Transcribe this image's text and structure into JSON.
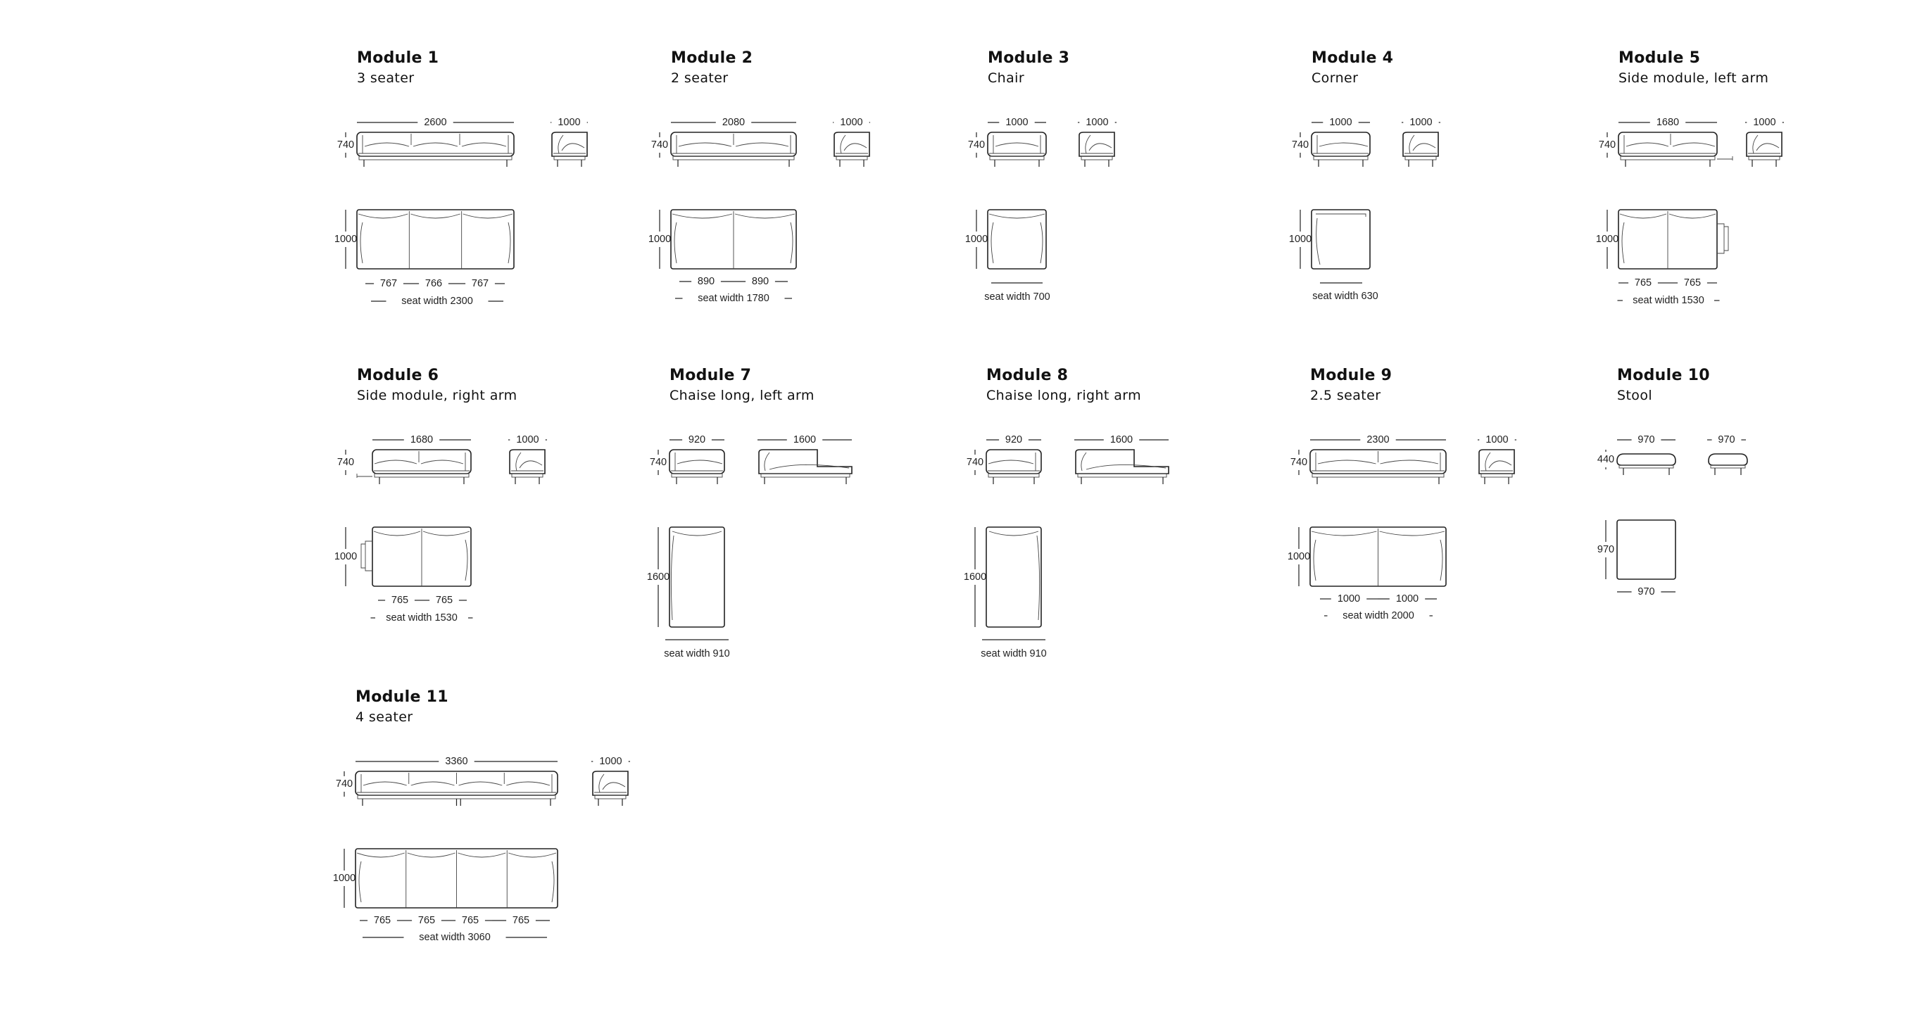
{
  "modules": [
    {
      "title": "Module 1",
      "subtitle": "3 seater",
      "front_widths": [
        "2600"
      ],
      "side_depth": "1000",
      "height": "740",
      "plan_depth": "1000",
      "seat_parts": [
        "767",
        "766",
        "767"
      ],
      "seat_width": "seat width 2300"
    },
    {
      "title": "Module 2",
      "subtitle": "2 seater",
      "front_widths": [
        "2080"
      ],
      "side_depth": "1000",
      "height": "740",
      "plan_depth": "1000",
      "seat_parts": [
        "890",
        "890"
      ],
      "seat_width": "seat width 1780"
    },
    {
      "title": "Module 3",
      "subtitle": "Chair",
      "front_widths": [
        "1000"
      ],
      "side_depth": "1000",
      "height": "740",
      "plan_depth": "1000",
      "seat_parts": [],
      "seat_width": "seat width 700"
    },
    {
      "title": "Module 4",
      "subtitle": "Corner",
      "front_widths": [
        "1000"
      ],
      "side_depth": "1000",
      "height": "740",
      "plan_depth": "1000",
      "seat_parts": [],
      "seat_width": "seat width 630"
    },
    {
      "title": "Module 5",
      "subtitle": "Side module, left arm",
      "front_widths": [
        "1680"
      ],
      "side_depth": "1000",
      "height": "740",
      "plan_depth": "1000",
      "seat_parts": [
        "765",
        "765"
      ],
      "seat_width": "seat width 1530"
    },
    {
      "title": "Module 6",
      "subtitle": "Side module, right arm",
      "front_widths": [
        "1680"
      ],
      "side_depth": "1000",
      "height": "740",
      "plan_depth": "1000",
      "seat_parts": [
        "765",
        "765"
      ],
      "seat_width": "seat width 1530"
    },
    {
      "title": "Module 7",
      "subtitle": "Chaise long, left arm",
      "front_widths": [
        "920"
      ],
      "side_depth": "1600",
      "height": "740",
      "plan_depth": "1600",
      "seat_parts": [],
      "seat_width": "seat width 910"
    },
    {
      "title": "Module 8",
      "subtitle": "Chaise long, right arm",
      "front_widths": [
        "920"
      ],
      "side_depth": "1600",
      "height": "740",
      "plan_depth": "1600",
      "seat_parts": [],
      "seat_width": "seat width 910"
    },
    {
      "title": "Module 9",
      "subtitle": "2.5 seater",
      "front_widths": [
        "2300"
      ],
      "side_depth": "1000",
      "height": "740",
      "plan_depth": "1000",
      "seat_parts": [
        "1000",
        "1000"
      ],
      "seat_width": "seat width 2000"
    },
    {
      "title": "Module 10",
      "subtitle": "Stool",
      "front_widths": [
        "970"
      ],
      "side_depth": "970",
      "height": "440",
      "plan_depth": "970",
      "seat_parts": [
        "970"
      ],
      "seat_width": ""
    },
    {
      "title": "Module 11",
      "subtitle": "4 seater",
      "front_widths": [
        "3360"
      ],
      "side_depth": "1000",
      "height": "740",
      "plan_depth": "1000",
      "seat_parts": [
        "765",
        "765",
        "765",
        "765"
      ],
      "seat_width": "seat width 3060"
    }
  ]
}
